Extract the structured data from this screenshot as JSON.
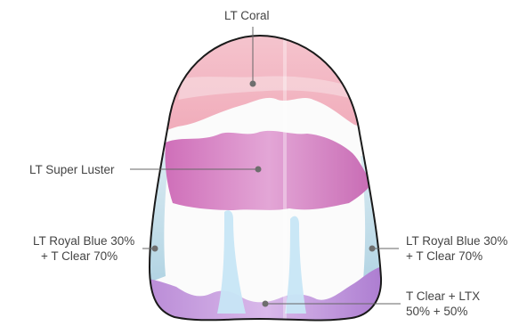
{
  "labels": {
    "coral": "LT Coral",
    "super_luster": "LT Super Luster",
    "royal_left_1": "LT Royal Blue 30%",
    "royal_left_2": "+ T Clear 70%",
    "royal_right_1": "LT Royal Blue 30%",
    "royal_right_2": "+ T Clear 70%",
    "clear_ltx_1": "T Clear + LTX",
    "clear_ltx_2": "50% + 50%"
  },
  "colors": {
    "outline": "#1a1a1a",
    "leader": "#666666",
    "dot": "#6e6e6e",
    "coral": "#f2b9c4",
    "super_luster": "#d989c7",
    "royal_blue_clear": "#bcd9e6",
    "clear_ltx": "#b98ad6",
    "mamelon_blue": "#bfe3f5"
  }
}
